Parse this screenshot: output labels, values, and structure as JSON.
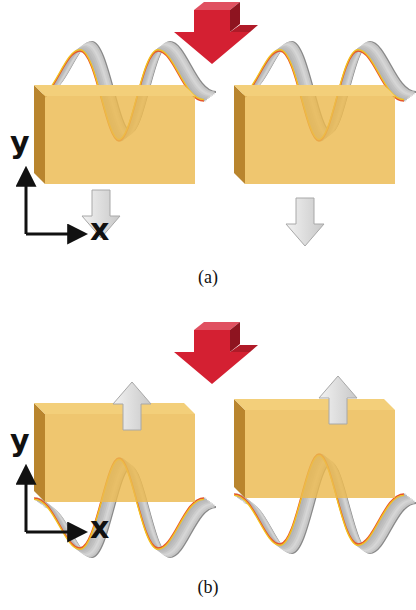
{
  "diagram": {
    "labels": [
      "y",
      "x",
      "(a)",
      "y",
      "x",
      "(b)"
    ]
  }
}
